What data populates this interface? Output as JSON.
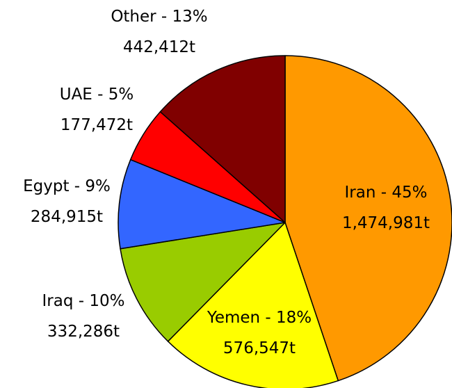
{
  "chart_data": {
    "type": "pie",
    "title": "",
    "slices": [
      {
        "name": "Iran",
        "percent_label": "45%",
        "value": 1474981,
        "value_label": "1,474,981t",
        "color": "#FF9900"
      },
      {
        "name": "Yemen",
        "percent_label": "18%",
        "value": 576547,
        "value_label": "576,547t",
        "color": "#FFFF00"
      },
      {
        "name": "Iraq",
        "percent_label": "10%",
        "value": 332286,
        "value_label": "332,286t",
        "color": "#99CC00"
      },
      {
        "name": "Egypt",
        "percent_label": "9%",
        "value": 284915,
        "value_label": "284,915t",
        "color": "#3366FF"
      },
      {
        "name": "UAE",
        "percent_label": "5%",
        "value": 177472,
        "value_label": "177,472t",
        "color": "#FF0000"
      },
      {
        "name": "Other",
        "percent_label": "13%",
        "value": 442412,
        "value_label": "442,412t",
        "color": "#800000"
      }
    ],
    "start": "12 o'clock",
    "direction": "clockwise",
    "legend": "none"
  }
}
